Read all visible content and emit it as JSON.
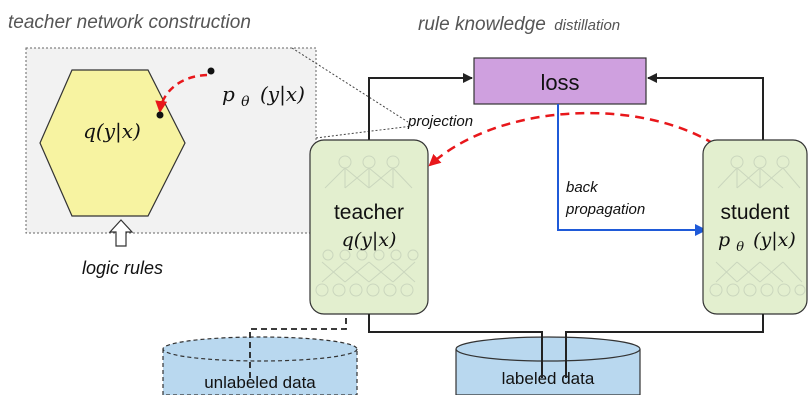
{
  "headers": {
    "left": "teacher network construction",
    "right_main": "rule knowledge",
    "right_sub": "distillation"
  },
  "inset": {
    "hexagon_label": "q(y|x)",
    "p_theta_label": "p",
    "p_theta_sub": "θ",
    "p_theta_args": "(y|x)",
    "input_label": "logic rules",
    "projection_label": "projection"
  },
  "loss": {
    "label": "loss"
  },
  "teacher": {
    "title": "teacher",
    "formula": "q(y|x)"
  },
  "student": {
    "title": "student",
    "formula_main": "p",
    "formula_sub": "θ",
    "formula_args": "(y|x)"
  },
  "backprop": {
    "line1": "back",
    "line2": "propagation"
  },
  "data": {
    "unlabeled": "unlabeled data",
    "labeled": "labeled data"
  },
  "colors": {
    "hexagon_fill": "#f7f3a1",
    "loss_fill": "#cfa0df",
    "network_fill": "#e3efcf",
    "cylinder_fill": "#b9d8ef",
    "red_arrow": "#e8171b",
    "blue_arrow": "#1f5ad8"
  }
}
